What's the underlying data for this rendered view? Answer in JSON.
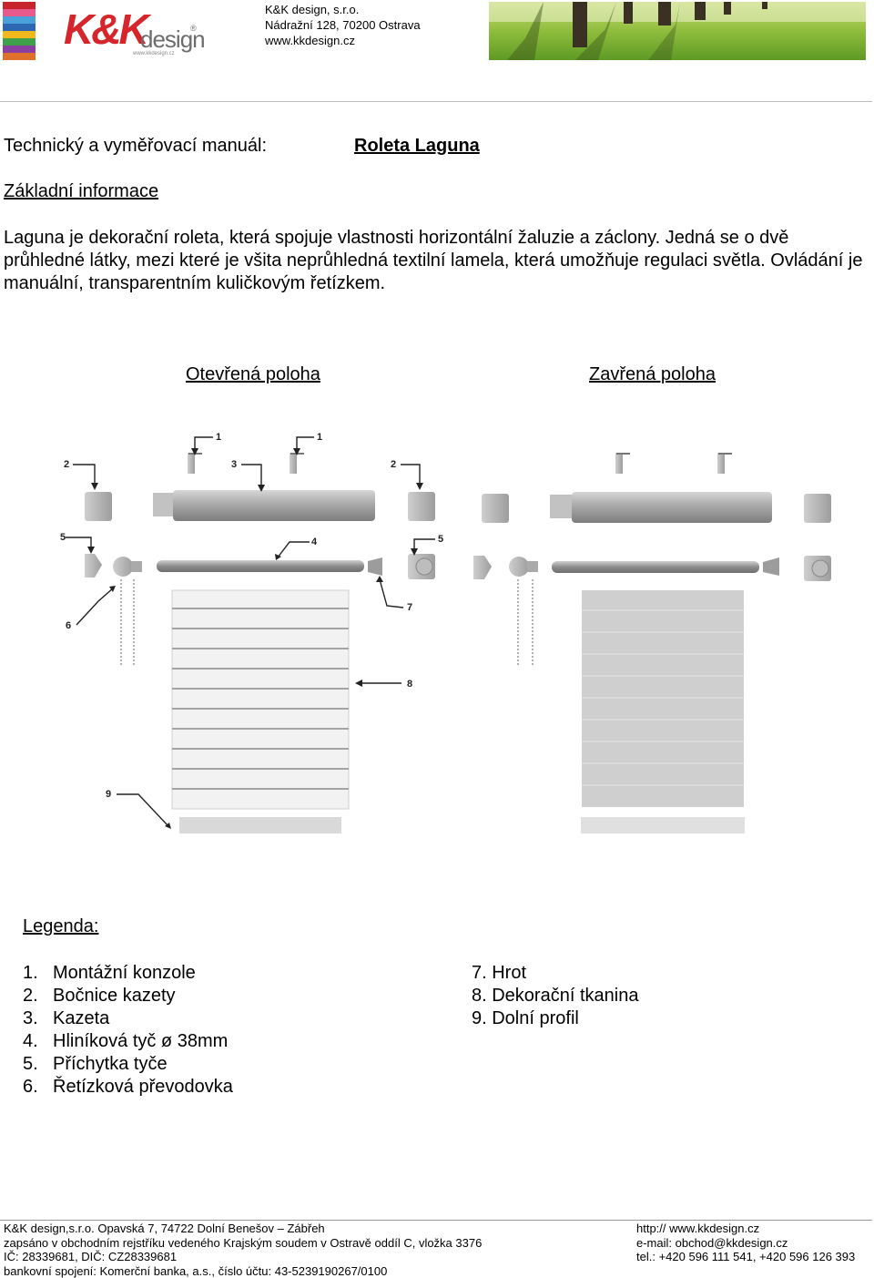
{
  "header": {
    "company_name": "K&K design, s.r.o.",
    "address": "Nádražní 128, 70200 Ostrava",
    "web": "www.kkdesign.cz",
    "logo_text": "K&K design",
    "logo_sub": "www.kkdesign.cz",
    "logo_mark": "®"
  },
  "title_row": {
    "label": "Technický a vyměřovací manuál:",
    "product": "Roleta Laguna"
  },
  "section": {
    "heading": "Základní informace",
    "paragraph": "Laguna je dekorační roleta, která spojuje vlastnosti horizontální žaluzie a záclony. Jedná se o dvě průhledné látky, mezi které je všita neprůhledná textilní lamela, která umožňuje regulaci světla. Ovládání je manuální, transparentním kuličkovým řetízkem."
  },
  "diagram": {
    "caption_open": "Otevřená poloha",
    "caption_closed": "Zavřená poloha",
    "callouts": [
      "1",
      "1",
      "2",
      "3",
      "2",
      "5",
      "4",
      "5",
      "6",
      "7",
      "8",
      "9"
    ]
  },
  "legend": {
    "heading": "Legenda:",
    "left": [
      {
        "num": "1.",
        "text": "Montážní konzole"
      },
      {
        "num": "2.",
        "text": "Bočnice kazety"
      },
      {
        "num": "3.",
        "text": "Kazeta"
      },
      {
        "num": "4.",
        "text": "Hliníková tyč ø 38mm"
      },
      {
        "num": "5.",
        "text": "Příchytka tyče"
      },
      {
        "num": "6.",
        "text": "Řetízková převodovka"
      }
    ],
    "right": [
      {
        "text": "7. Hrot"
      },
      {
        "text": "8. Dekorační tkanina"
      },
      {
        "text": "9. Dolní profil"
      }
    ]
  },
  "footer": {
    "line1": "K&K design,s.r.o. Opavská 7, 74722 Dolní Benešov – Zábřeh",
    "line2": "zapsáno v obchodním rejstříku vedeného Krajským soudem v Ostravě oddíl C, vložka 3376",
    "line3": "IČ: 28339681, DIČ: CZ28339681",
    "line4": "bankovní spojení: Komerční banka, a.s., číslo účtu: 43-5239190267/0100",
    "web": "http:// www.kkdesign.cz",
    "email": "e-mail: obchod@kkdesign.cz",
    "tel": "tel.: +420 596 111 541, +420 596 126 393"
  },
  "colors": {
    "logo_red": "#d6262b",
    "logo_gray": "#6d6d6d",
    "part_gray": "#b8b8b8",
    "fabric_gray": "#cfcfcf"
  }
}
